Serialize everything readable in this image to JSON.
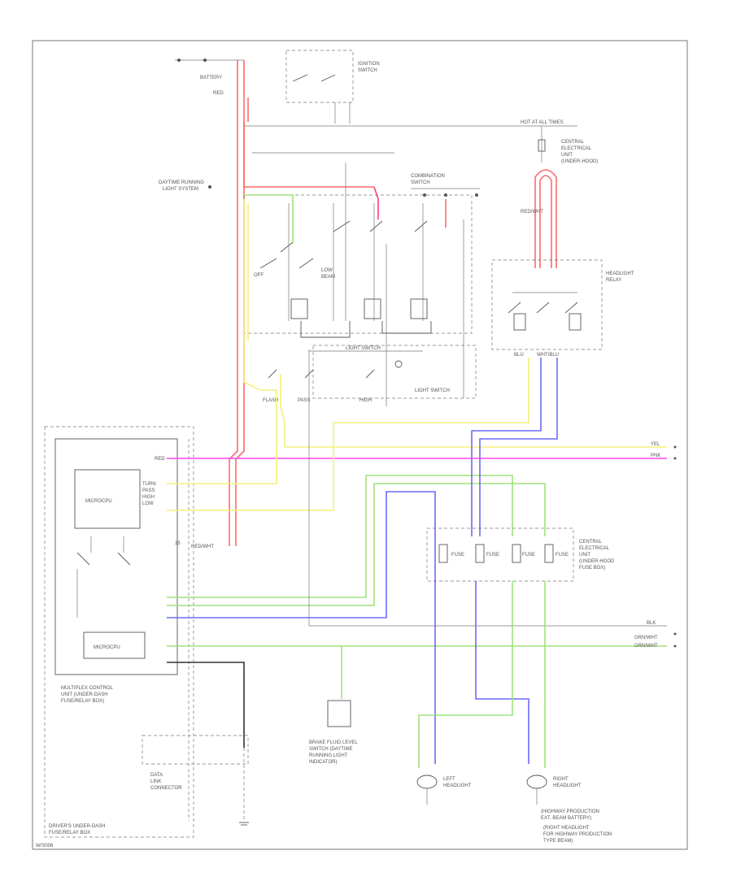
{
  "labels": {
    "hot_at_all_times": "HOT AT ALL TIMES",
    "battery": "BATTERY",
    "light_switch": "LIGHT SWITCH",
    "diagram_code": "W/S006"
  },
  "colors": {
    "red": "#ff6a6a",
    "pink_red": "#ff3f7a",
    "yellow": "#f5f07a",
    "magenta": "#ff44ee",
    "green": "#9fe27a",
    "blue": "#6a6aff",
    "black": "#333333",
    "grey": "#888888"
  },
  "icons": [
    "battery-icon",
    "switch-icon",
    "relay-icon",
    "fuse-icon",
    "headlight-icon",
    "ground-icon",
    "connector-icon"
  ]
}
